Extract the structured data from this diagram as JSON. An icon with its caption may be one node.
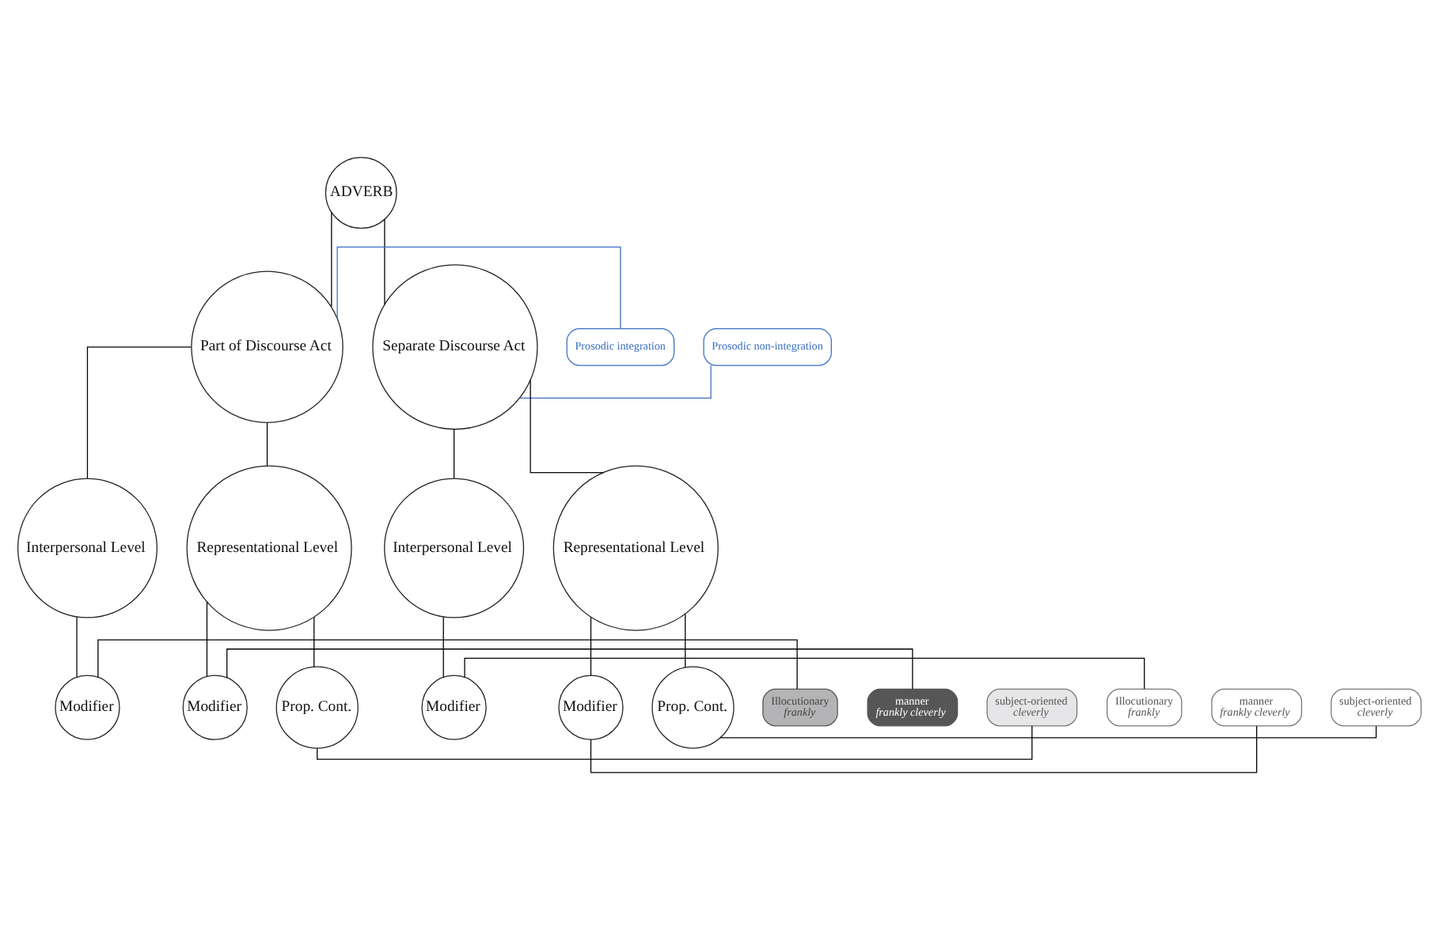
{
  "diagram": {
    "nodes": [
      {
        "text": [
          "ADVERB"
        ]
      },
      {
        "text": [
          "Prosodic integration"
        ]
      },
      {
        "text": [
          "Prosodic non-integration"
        ]
      },
      {
        "text": [
          "Part of Discourse Act"
        ]
      },
      {
        "text": [
          "Separate Discourse Act"
        ]
      },
      {
        "text": [
          "Interpersonal Level"
        ]
      },
      {
        "text": [
          "Representational Level"
        ]
      },
      {
        "text": [
          "Interpersonal Level"
        ]
      },
      {
        "text": [
          "Representational Level"
        ]
      },
      {
        "text": [
          "Modifier"
        ]
      },
      {
        "text": [
          "Modifier"
        ]
      },
      {
        "text": [
          "Modifier"
        ]
      },
      {
        "text": [
          "Modifier"
        ]
      },
      {
        "text": [
          "Illocutionary",
          "frankly"
        ]
      },
      {
        "text": [
          "manner",
          "frankly cleverly"
        ]
      },
      {
        "text": [
          "Illocutionary",
          "frankly"
        ]
      },
      {
        "text": [
          "manner",
          "frankly cleverly"
        ]
      },
      {
        "text": [
          "Prop. Cont."
        ]
      },
      {
        "text": [
          "Prop. Cont."
        ]
      },
      {
        "text": [
          "subject-oriented",
          "cleverly"
        ]
      },
      {
        "text": [
          "subject-oriented",
          "cleverly"
        ]
      }
    ],
    "edges": [
      {
        "from": 0,
        "to": 3,
        "arrow": "none"
      },
      {
        "from": 0,
        "to": 4,
        "arrow": "none"
      },
      {
        "from": 3,
        "to": 5,
        "arrow": "none"
      },
      {
        "from": 3,
        "to": 6,
        "arrow": "none"
      },
      {
        "from": 4,
        "to": 7,
        "arrow": "none"
      },
      {
        "from": 4,
        "to": 8,
        "arrow": "none"
      },
      {
        "from": 5,
        "to": 9,
        "arrow": "none"
      },
      {
        "from": 6,
        "to": 10,
        "arrow": "none"
      },
      {
        "from": 6,
        "to": 17,
        "arrow": "none"
      },
      {
        "from": 7,
        "to": 11,
        "arrow": "none"
      },
      {
        "from": 8,
        "to": 12,
        "arrow": "none"
      },
      {
        "from": 8,
        "to": 18,
        "arrow": "none"
      },
      {
        "from": 1,
        "to": 3,
        "arrow": "none",
        "color": "#3a6fc4"
      },
      {
        "from": 2,
        "to": 4,
        "arrow": "none",
        "color": "#3a6fc4"
      },
      {
        "from": 13,
        "to": 9,
        "arrow": "none"
      },
      {
        "from": 14,
        "to": 10,
        "arrow": "none"
      },
      {
        "from": 15,
        "to": 11,
        "arrow": "none"
      },
      {
        "from": 16,
        "to": 12,
        "arrow": "none"
      },
      {
        "from": 19,
        "to": 17,
        "arrow": "none"
      },
      {
        "from": 20,
        "to": 18,
        "arrow": "none"
      }
    ]
  }
}
